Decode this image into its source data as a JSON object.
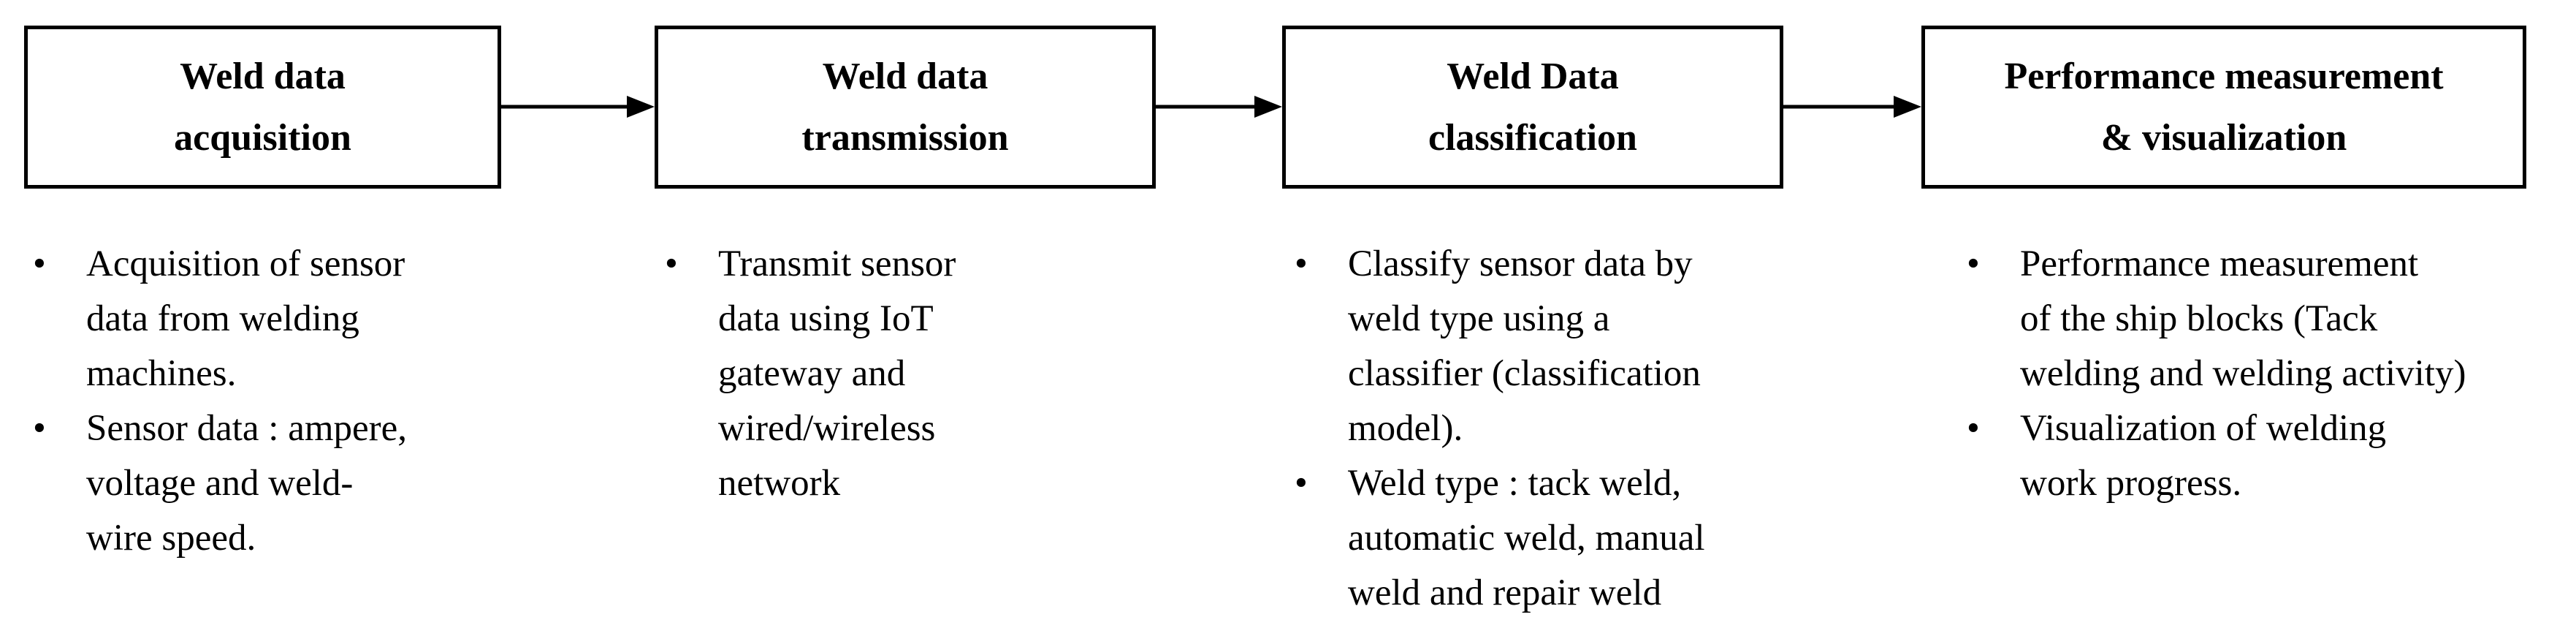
{
  "steps": [
    {
      "title_lines": [
        "Weld data",
        "acquisition"
      ],
      "bullets": [
        [
          "Acquisition of sensor",
          "data from welding",
          "machines."
        ],
        [
          "Sensor data : ampere,",
          "voltage and weld-",
          "wire speed."
        ]
      ]
    },
    {
      "title_lines": [
        "Weld data",
        "transmission"
      ],
      "bullets": [
        [
          "Transmit sensor",
          "data using IoT",
          "gateway and",
          "wired/wireless",
          "network"
        ]
      ]
    },
    {
      "title_lines": [
        "Weld Data",
        "classification"
      ],
      "bullets": [
        [
          "Classify sensor data by",
          "weld type using a",
          "classifier (classification",
          "model)."
        ],
        [
          "Weld type : tack weld,",
          "automatic weld, manual",
          "weld and repair weld"
        ]
      ]
    },
    {
      "title_lines": [
        "Performance measurement",
        "& visualization"
      ],
      "bullets": [
        [
          "Performance measurement",
          "of the ship blocks (Tack",
          "welding and welding activity)"
        ],
        [
          "Visualization of welding",
          "work progress."
        ]
      ]
    }
  ],
  "bullet_glyph": "•",
  "colors": {
    "stroke": "#000000",
    "background": "#ffffff",
    "text": "#000000"
  }
}
